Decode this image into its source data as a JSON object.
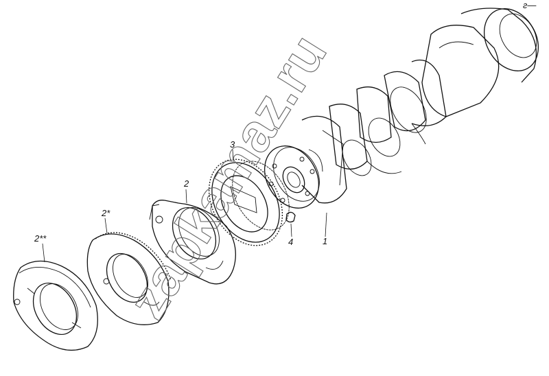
{
  "watermark": "zapkamaz.ru",
  "corner_mark": "г—",
  "callouts": [
    {
      "id": "1",
      "text": "1"
    },
    {
      "id": "2",
      "text": "2"
    },
    {
      "id": "2star",
      "text": "2*"
    },
    {
      "id": "2double",
      "text": "2**"
    },
    {
      "id": "3",
      "text": "3"
    },
    {
      "id": "4",
      "text": "4"
    }
  ],
  "colors": {
    "line": "#111111",
    "watermark": "#666666",
    "background": "#ffffff"
  }
}
